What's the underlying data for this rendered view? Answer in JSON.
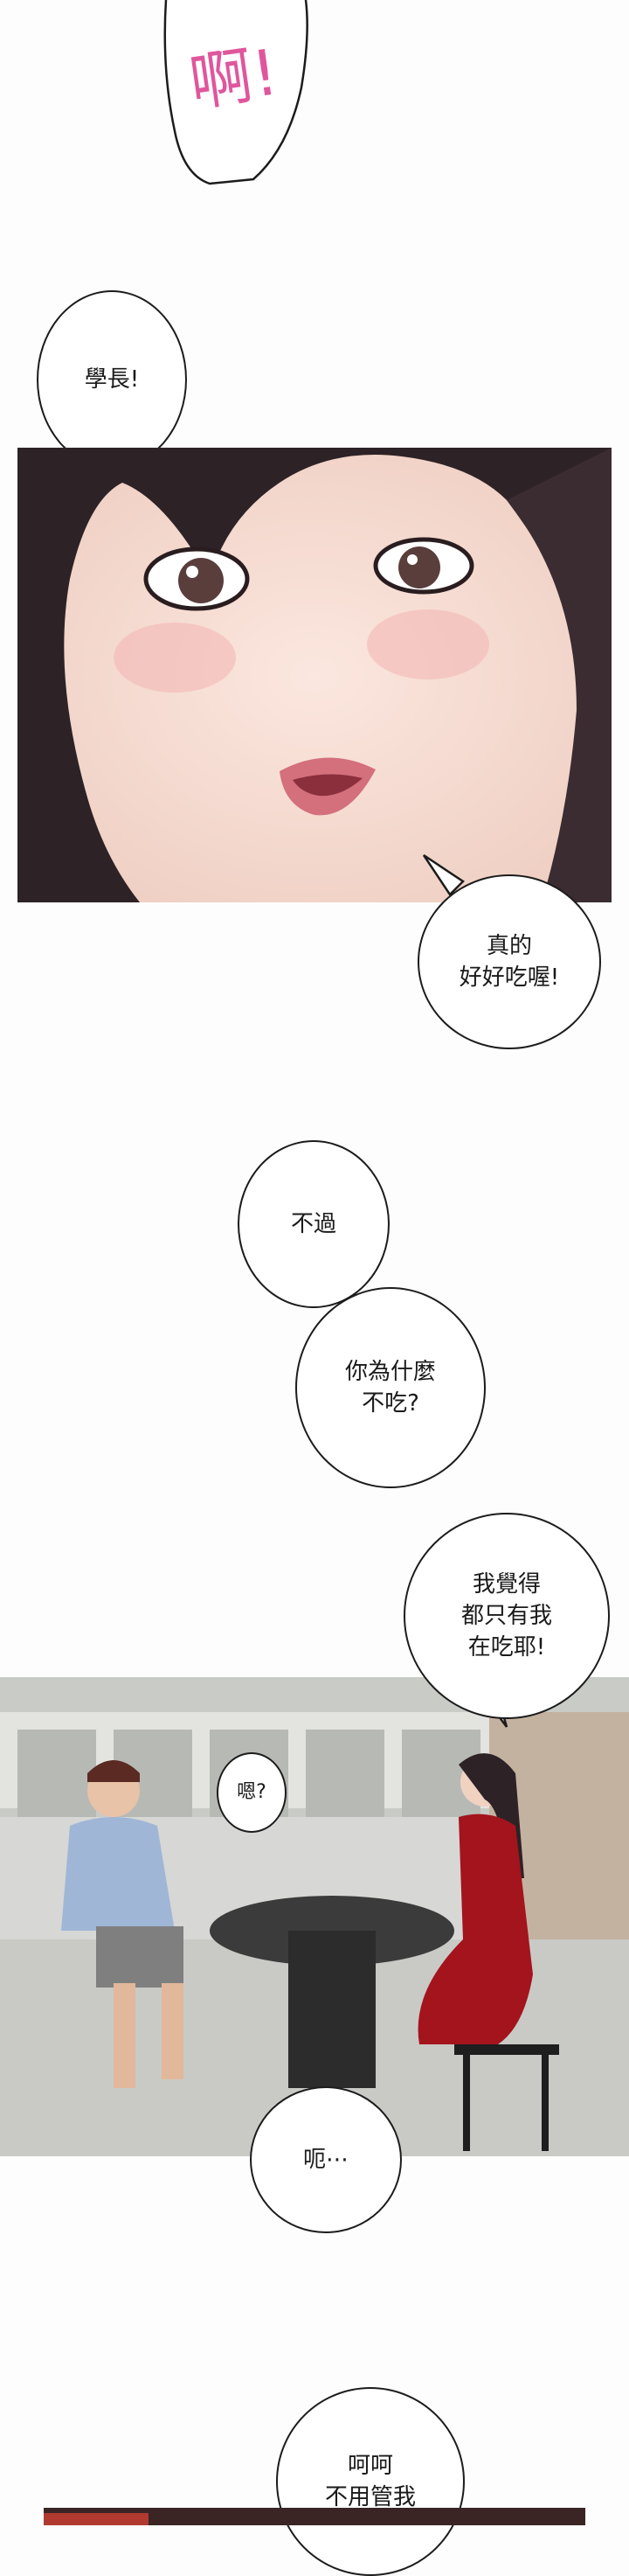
{
  "sfx": {
    "text": "啊!",
    "color": "#e0569d"
  },
  "bubbles": {
    "b1": "學長!",
    "b2": "真的\n好好吃喔!",
    "b3": "不過",
    "b4": "你為什麼\n不吃?",
    "b5": "我覺得\n都只有我\n在吃耶!",
    "b6": "嗯?",
    "b7": "呃⋯",
    "b8": "呵呵\n不用管我"
  }
}
